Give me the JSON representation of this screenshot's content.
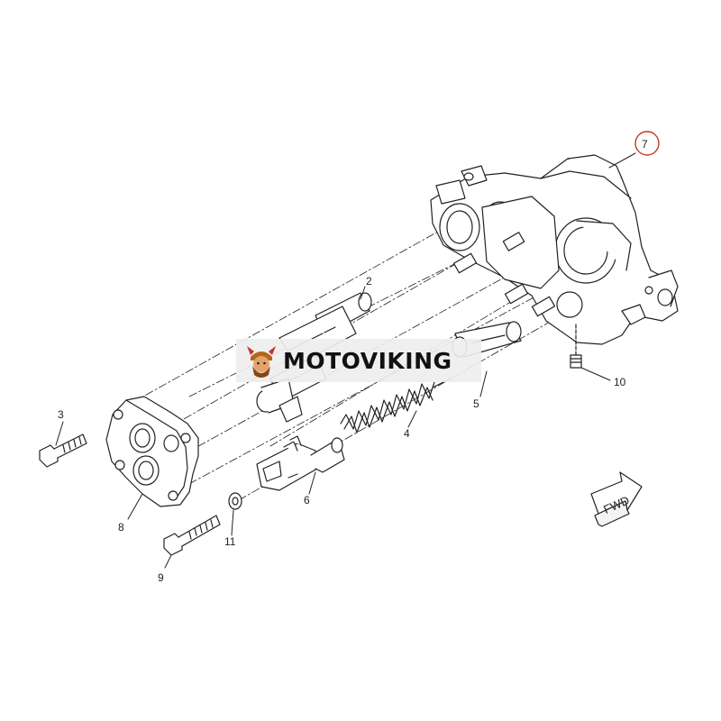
{
  "callouts": [
    {
      "id": "2",
      "label": "2"
    },
    {
      "id": "3",
      "label": "3"
    },
    {
      "id": "4",
      "label": "4"
    },
    {
      "id": "5",
      "label": "5"
    },
    {
      "id": "6",
      "label": "6"
    },
    {
      "id": "7",
      "label": "7",
      "highlighted": true
    },
    {
      "id": "8",
      "label": "8"
    },
    {
      "id": "9",
      "label": "9"
    },
    {
      "id": "10",
      "label": "10"
    },
    {
      "id": "11",
      "label": "11"
    }
  ],
  "direction_arrow": {
    "label": "FWD"
  },
  "watermark": {
    "text": "MOTOVIKING",
    "logo_icon": "viking-head-icon"
  },
  "colors": {
    "line": "#222222",
    "highlight_ring": "#c0392b",
    "watermark_bg": "#eeeeee"
  }
}
